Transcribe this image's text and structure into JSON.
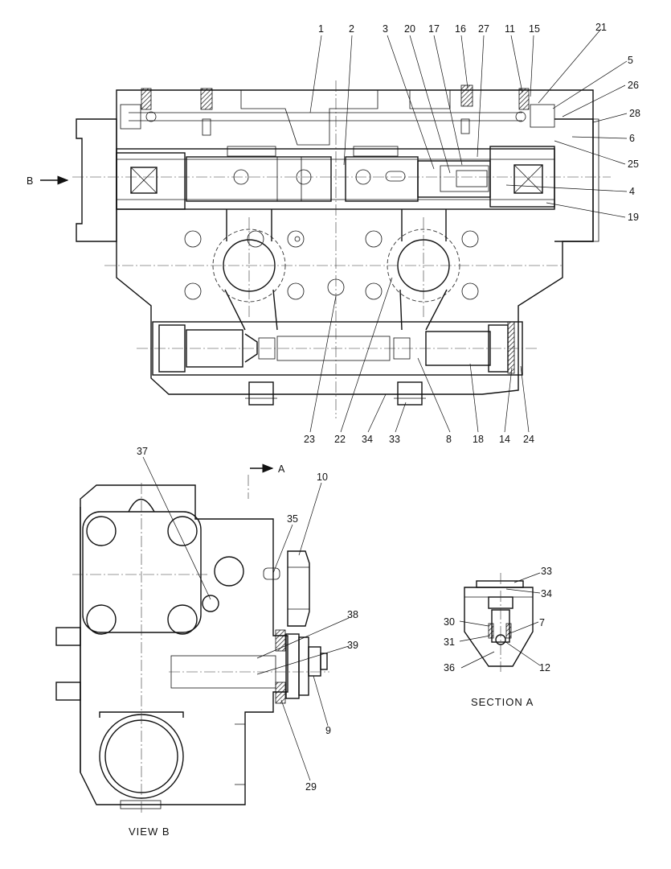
{
  "top_labels": [
    {
      "id": "1",
      "text": "1"
    },
    {
      "id": "2",
      "text": "2"
    },
    {
      "id": "3",
      "text": "3"
    },
    {
      "id": "20",
      "text": "20"
    },
    {
      "id": "17",
      "text": "17"
    },
    {
      "id": "16",
      "text": "16"
    },
    {
      "id": "27",
      "text": "27"
    },
    {
      "id": "11",
      "text": "11"
    },
    {
      "id": "15",
      "text": "15"
    },
    {
      "id": "21",
      "text": "21"
    },
    {
      "id": "5",
      "text": "5"
    },
    {
      "id": "26",
      "text": "26"
    },
    {
      "id": "28",
      "text": "28"
    },
    {
      "id": "6",
      "text": "6"
    },
    {
      "id": "25",
      "text": "25"
    },
    {
      "id": "4",
      "text": "4"
    },
    {
      "id": "19",
      "text": "19"
    },
    {
      "id": "23",
      "text": "23"
    },
    {
      "id": "22",
      "text": "22"
    },
    {
      "id": "34",
      "text": "34"
    },
    {
      "id": "33",
      "text": "33"
    },
    {
      "id": "8",
      "text": "8"
    },
    {
      "id": "18",
      "text": "18"
    },
    {
      "id": "14",
      "text": "14"
    },
    {
      "id": "24",
      "text": "24"
    }
  ],
  "view_b_labels": [
    {
      "id": "37",
      "text": "37"
    },
    {
      "id": "10",
      "text": "10"
    },
    {
      "id": "35",
      "text": "35"
    },
    {
      "id": "38",
      "text": "38"
    },
    {
      "id": "39",
      "text": "39"
    },
    {
      "id": "9",
      "text": "9"
    },
    {
      "id": "29",
      "text": "29"
    }
  ],
  "section_a_labels": [
    {
      "id": "33",
      "text": "33"
    },
    {
      "id": "34",
      "text": "34"
    },
    {
      "id": "30",
      "text": "30"
    },
    {
      "id": "7",
      "text": "7"
    },
    {
      "id": "31",
      "text": "31"
    },
    {
      "id": "36",
      "text": "36"
    },
    {
      "id": "12",
      "text": "12"
    }
  ],
  "markers": {
    "b": "B",
    "a": "A"
  },
  "captions": {
    "view_b": "VIEW B",
    "section_a": "SECTION A"
  }
}
